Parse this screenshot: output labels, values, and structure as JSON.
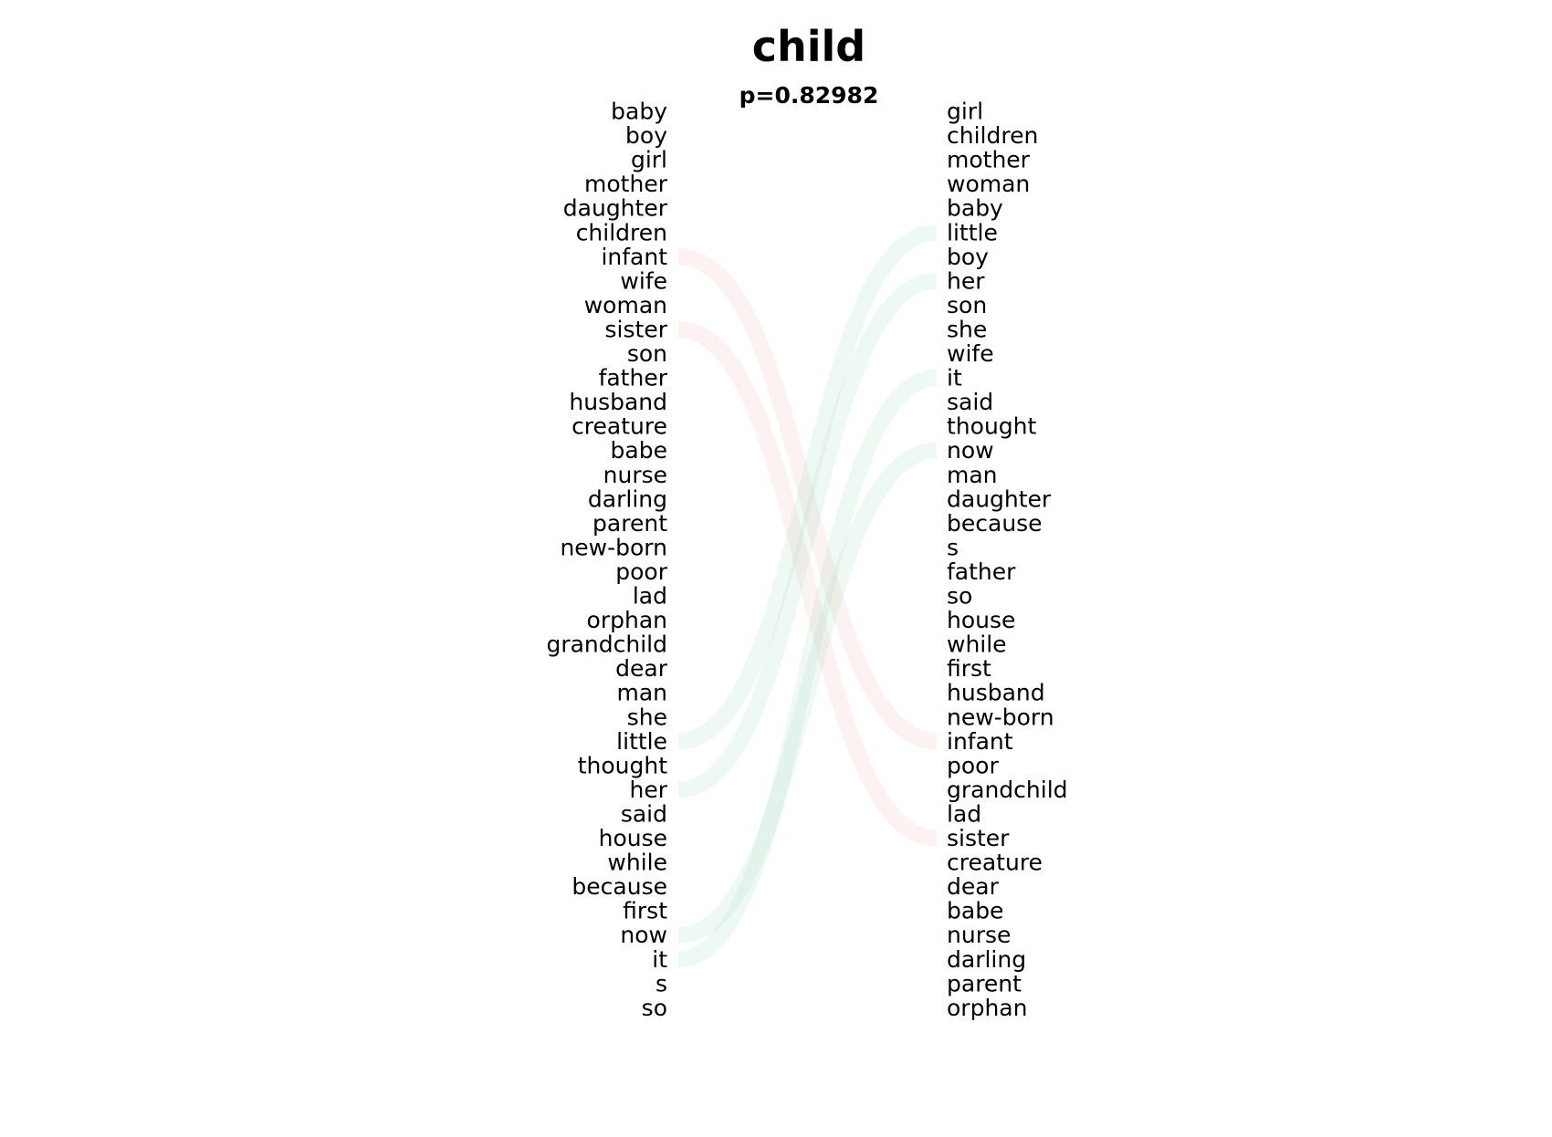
{
  "chart_data": {
    "type": "slope",
    "title": "child",
    "subtitle": "p=0.82982",
    "left_words": [
      "baby",
      "boy",
      "girl",
      "mother",
      "daughter",
      "children",
      "infant",
      "wife",
      "woman",
      "sister",
      "son",
      "father",
      "husband",
      "creature",
      "babe",
      "nurse",
      "darling",
      "parent",
      "new-born",
      "poor",
      "lad",
      "orphan",
      "grandchild",
      "dear",
      "man",
      "she",
      "little",
      "thought",
      "her",
      "said",
      "house",
      "while",
      "because",
      "first",
      "now",
      "it",
      "s",
      "so"
    ],
    "right_words": [
      "girl",
      "children",
      "mother",
      "woman",
      "baby",
      "little",
      "boy",
      "her",
      "son",
      "she",
      "wife",
      "it",
      "said",
      "thought",
      "now",
      "man",
      "daughter",
      "because",
      "s",
      "father",
      "so",
      "house",
      "while",
      "first",
      "husband",
      "new-born",
      "infant",
      "poor",
      "grandchild",
      "lad",
      "sister",
      "creature",
      "dear",
      "babe",
      "nurse",
      "darling",
      "parent",
      "orphan"
    ],
    "highlighted_links": [
      {
        "word": "infant",
        "direction": "down"
      },
      {
        "word": "sister",
        "direction": "down"
      },
      {
        "word": "little",
        "direction": "up"
      },
      {
        "word": "her",
        "direction": "up"
      },
      {
        "word": "now",
        "direction": "up"
      },
      {
        "word": "it",
        "direction": "up"
      }
    ],
    "colors": {
      "down": "#f4a6a6",
      "up": "#8fd1b4",
      "text": "#000000"
    }
  }
}
